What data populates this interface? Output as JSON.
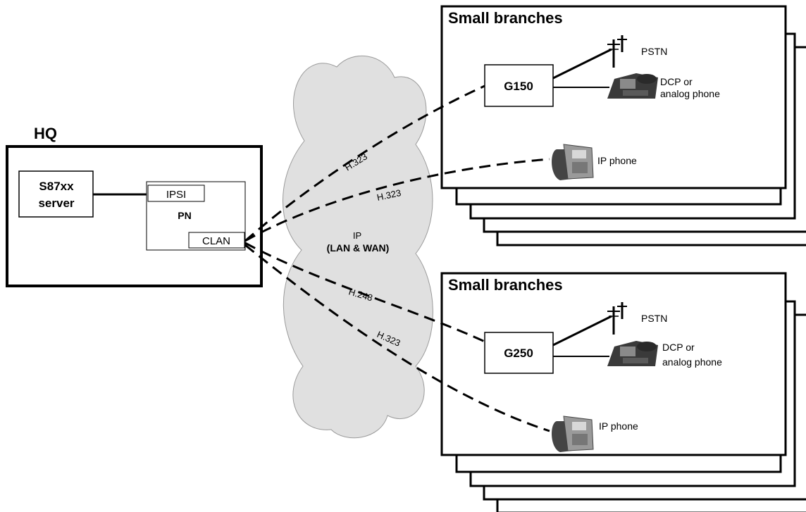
{
  "hq": {
    "title": "HQ",
    "server_line1": "S87xx",
    "server_line2": "server",
    "ipsi": "IPSI",
    "pn": "PN",
    "clan": "CLAN"
  },
  "cloud": {
    "line1": "IP",
    "line2": "(LAN & WAN)"
  },
  "links": {
    "h323_a": "H.323",
    "h323_b": "H.323",
    "h248": "H.248",
    "h323_c": "H.323"
  },
  "branch_top": {
    "title": "Small branches",
    "gateway": "G150",
    "pstn": "PSTN",
    "dcp_line1": "DCP or",
    "dcp_line2": "analog phone",
    "ip_phone": "IP phone"
  },
  "branch_bottom": {
    "title": "Small branches",
    "gateway": "G250",
    "pstn": "PSTN",
    "dcp_line1": "DCP or",
    "dcp_line2": "analog phone",
    "ip_phone": "IP phone"
  },
  "colors": {
    "cloud_fill": "#e0e0e0",
    "phone_dark": "#3a3a3a",
    "phone_light": "#9a9a9a"
  }
}
